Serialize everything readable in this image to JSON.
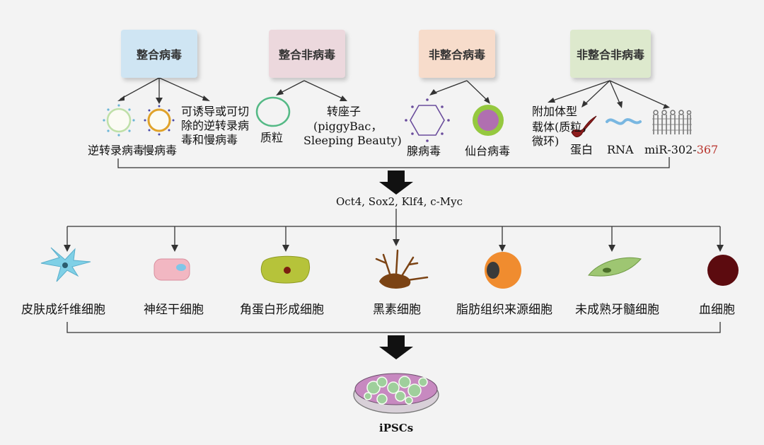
{
  "categories": [
    {
      "label": "整合病毒",
      "color": "#cfe5f3"
    },
    {
      "label": "整合非病毒",
      "color": "#ecd8dd"
    },
    {
      "label": "非整合病毒",
      "color": "#f7dccb"
    },
    {
      "label": "非整合非病毒",
      "color": "#dde9cd"
    }
  ],
  "vectors": {
    "retrovirus": "逆转录病毒",
    "lentivirus": "慢病毒",
    "inducible_1": "可诱导或可切",
    "inducible_2": "除的逆转录病",
    "inducible_3": "毒和慢病毒",
    "plasmid": "质粒",
    "transposon_1": "转座子",
    "transposon_2": "(piggyBac，",
    "transposon_3": "Sleeping Beauty)",
    "adenovirus": "腺病毒",
    "sendai": "仙台病毒",
    "episomal_1": "附加体型",
    "episomal_2": "载体(质粒，",
    "episomal_3": "微环)",
    "protein": "蛋白",
    "rna": "RNA",
    "mirna_prefix": "miR-302-",
    "mirna_suffix": "367"
  },
  "factors": "Oct4, Sox2, Klf4, c-Myc",
  "cells": [
    "皮肤成纤维细胞",
    "神经干细胞",
    "角蛋白形成细胞",
    "黑素细胞",
    "脂肪组织来源细胞",
    "未成熟牙髓细胞",
    "血细胞"
  ],
  "result": "iPSCs",
  "colors": {
    "line": "#333333",
    "arrow": "#111111",
    "retro_ring": "#bfe0a8",
    "lenti_ring": "#e0a32a",
    "plasmid_ring": "#54b985",
    "adeno_stroke": "#6a4c9c",
    "sendai_spikes": "#95c83f",
    "sendai_body": "#b06fb0",
    "protein": "#8f1d1d",
    "rna": "#79b7e1",
    "mirna": "#7a7a7a",
    "fibroblast": "#7fd0e6",
    "nsc": "#f2b7c2",
    "keratinocyte": "#b6c33a",
    "melanocyte": "#7b4314",
    "adipocyte": "#f08c2f",
    "dpsc": "#9ec672",
    "blood": "#5c0b0f",
    "dish": "#c789c0",
    "colony": "#9fcf9c"
  }
}
